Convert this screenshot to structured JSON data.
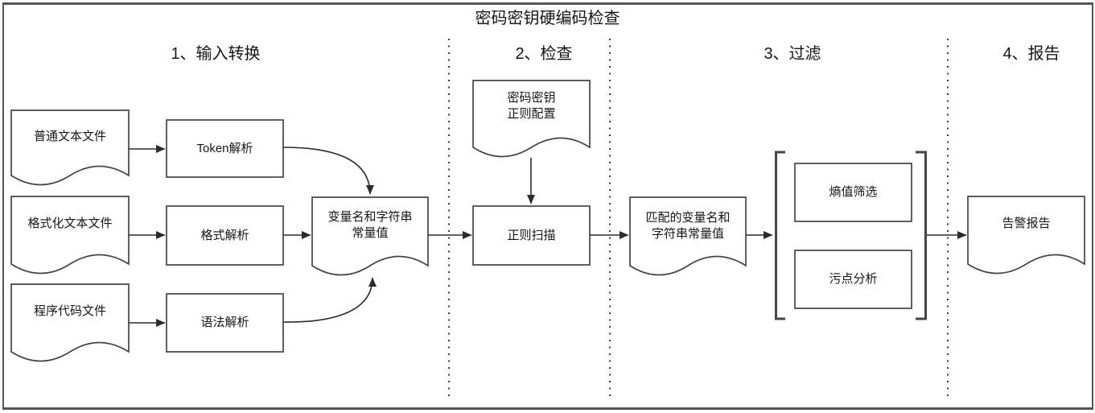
{
  "title": "密码密钥硬编码检查",
  "sections": {
    "s1": "1、输入转换",
    "s2": "2、检查",
    "s3": "3、过滤",
    "s4": "4、报告"
  },
  "nodes": {
    "plain_text_file": "普通文本文件",
    "token_parse": "Token解析",
    "formatted_text_file": "格式化文本文件",
    "format_parse": "格式解析",
    "program_code_file": "程序代码文件",
    "syntax_parse": "语法解析",
    "var_string_values": "变量名和字符串\n常量值",
    "regex_config": "密码密钥\n正则配置",
    "regex_scan": "正则扫描",
    "matched_values": "匹配的变量名和\n字符串常量值",
    "entropy_filter": "熵值筛选",
    "taint_analysis": "污点分析",
    "alert_report": "告警报告"
  },
  "colors": {
    "stroke": "#454545",
    "border": "#565656",
    "separator": "#3a3a3a",
    "arrow": "#2b2b2b",
    "text": "#161616"
  }
}
